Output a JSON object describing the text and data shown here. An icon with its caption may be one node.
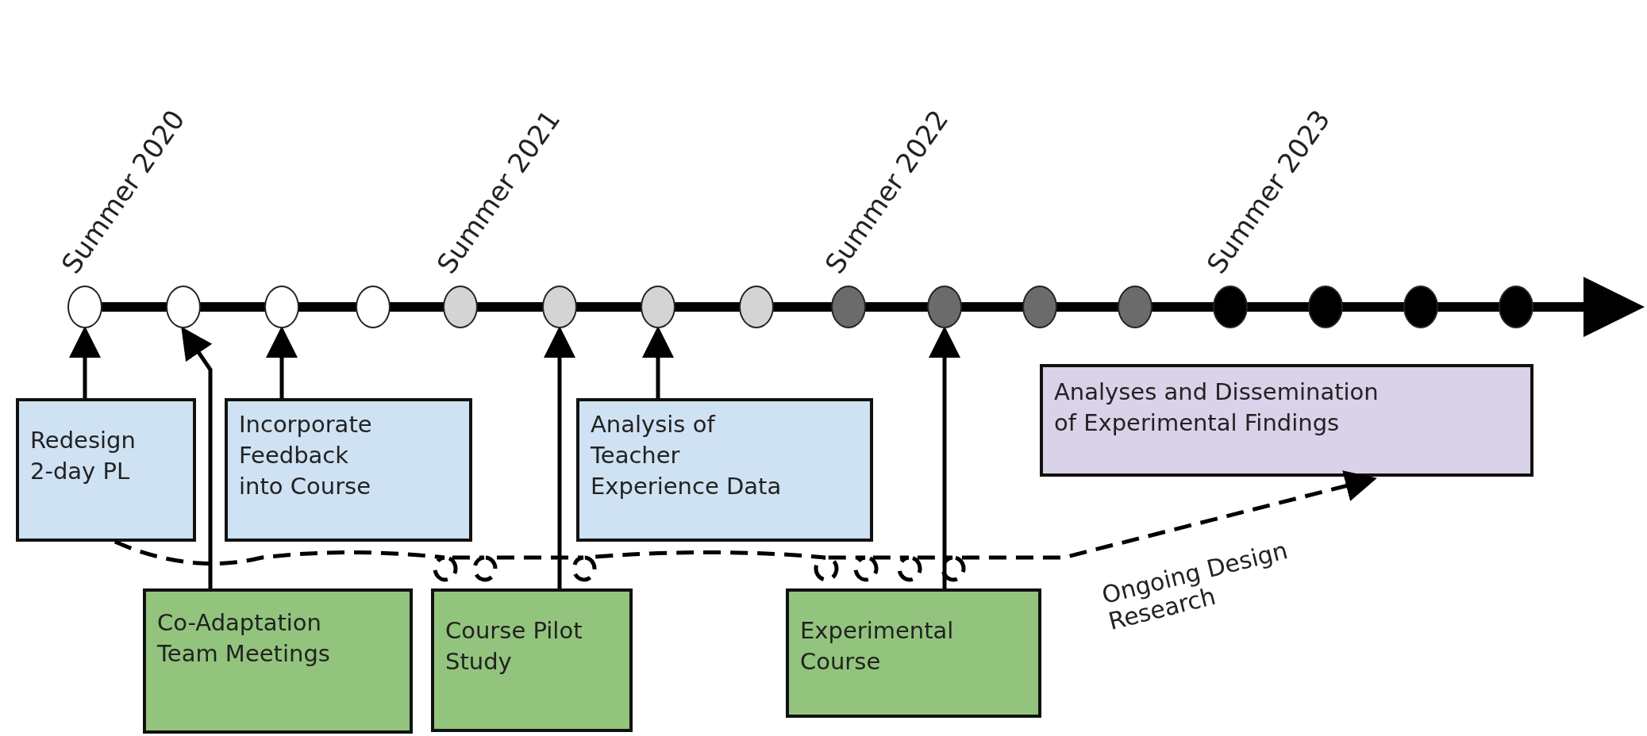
{
  "diagram": {
    "nodes": [
      {
        "text": [],
        "shape": "circle"
      },
      {
        "text": [],
        "shape": "circle"
      },
      {
        "text": [],
        "shape": "circle"
      },
      {
        "text": [],
        "shape": "circle"
      },
      {
        "text": [],
        "shape": "circle"
      },
      {
        "text": [],
        "shape": "circle"
      },
      {
        "text": [],
        "shape": "circle"
      },
      {
        "text": [],
        "shape": "circle"
      },
      {
        "text": [],
        "shape": "circle"
      },
      {
        "text": [],
        "shape": "circle"
      },
      {
        "text": [],
        "shape": "circle"
      },
      {
        "text": [],
        "shape": "circle"
      },
      {
        "text": [],
        "shape": "circle"
      },
      {
        "text": [],
        "shape": "circle"
      },
      {
        "text": [],
        "shape": "circle"
      },
      {
        "text": [],
        "shape": "circle"
      },
      {
        "text": [
          "Analyses and Dissemination of Experimental Findings"
        ]
      },
      {
        "text": [
          "Redesign 2-day PL"
        ]
      },
      {
        "text": [
          "Incorporate Feedback into Course"
        ]
      },
      {
        "text": [
          "Analysis of Teacher Experience Data"
        ]
      },
      {
        "text": [
          "Co-Adaptation Team Meetings"
        ]
      },
      {
        "text": [
          "Course Pilot Study"
        ]
      },
      {
        "text": [
          "Experimental Course"
        ]
      }
    ],
    "edges": [
      {
        "from": 17,
        "to": 0,
        "arrow": "to"
      },
      {
        "from": 20,
        "to": 1,
        "arrow": "to"
      },
      {
        "from": 18,
        "to": 2,
        "arrow": "to"
      },
      {
        "from": 21,
        "to": 5,
        "arrow": "to"
      },
      {
        "from": 19,
        "to": 6,
        "arrow": "to"
      },
      {
        "from": 22,
        "to": 9,
        "arrow": "to"
      },
      {
        "from": 17,
        "to": 16,
        "arrow": "to",
        "style": "dashed",
        "label": "Ongoing Design Research"
      }
    ],
    "labels": [
      "Summer 2020",
      "Summer 2021",
      "Summer 2022",
      "Summer 2023"
    ]
  }
}
